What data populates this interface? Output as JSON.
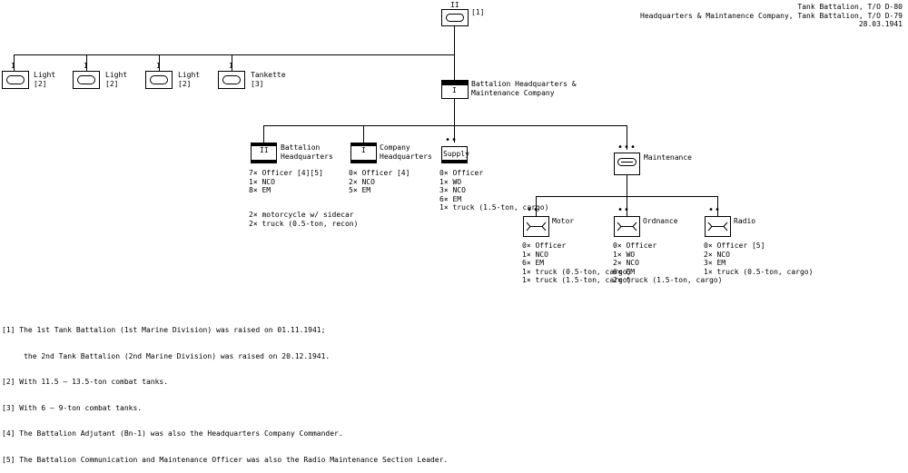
{
  "header": {
    "title": "Tank Battalion, T/O D-80",
    "subtitle": "Headquarters & Maintanence Company, Tank Battalion, T/O D-79",
    "date": "28.03.1941"
  },
  "top": {
    "size": "II",
    "note": "[1]"
  },
  "companies": [
    {
      "label": "Light",
      "note": "[2]"
    },
    {
      "label": "Light",
      "note": "[2]"
    },
    {
      "label": "Light",
      "note": "[2]"
    },
    {
      "label": "Tankette",
      "note": "[3]"
    }
  ],
  "hq_company": {
    "size": "I",
    "label_lines": [
      "Battalion Headquarters &",
      "Maintenance Company"
    ]
  },
  "units": {
    "bn_hq": {
      "size": "II",
      "label_lines": [
        "Battalion",
        "Headquarters"
      ],
      "details": [
        "7× Officer [4][5]",
        "1× NCO",
        "8× EM"
      ],
      "equipment": [
        "2× motorcycle w/ sidecar",
        "2× truck (0.5-ton, recon)"
      ]
    },
    "co_hq": {
      "size": "I",
      "label_lines": [
        "Company",
        "Headquarters"
      ],
      "details": [
        "0× Officer [4]",
        "2× NCO",
        "5× EM"
      ]
    },
    "supply": {
      "size": "••",
      "label": "Supply",
      "details": [
        "0× Officer",
        "1× WO",
        "3× NCO",
        "6× EM",
        "1× truck (1.5-ton, cargo)"
      ]
    },
    "maintenance": {
      "size": "•••",
      "label": "Maintenance"
    },
    "motor": {
      "size": "••",
      "label": "Motor",
      "details": [
        "0× Officer",
        "1× NCO",
        "6× EM",
        "1× truck (0.5-ton, cargo)",
        "1× truck (1.5-ton, cargo)"
      ]
    },
    "ordnance": {
      "size": "••",
      "label": "Ordnance",
      "details": [
        "0× Officer",
        "1× WO",
        "2× NCO",
        "6× EM",
        "2× truck (1.5-ton, cargo)"
      ]
    },
    "radio": {
      "size": "••",
      "label": "Radio",
      "details": [
        "0× Officer [5]",
        "2× NCO",
        "3× EM",
        "1× truck (0.5-ton, cargo)"
      ]
    }
  },
  "footnotes": [
    "[1] The 1st Tank Battalion (1st Marine Division) was raised on 01.11.1941;",
    "     the 2nd Tank Battalion (2nd Marine Division) was raised on 20.12.1941.",
    "[2] With 11.5 – 13.5-ton combat tanks.",
    "[3] With 6 – 9-ton combat tanks.",
    "[4] The Battalion Adjutant (Bn-1) was also the Headquarters Company Commander.",
    "[5] The Battalion Communication and Maintenance Officer was also the Radio Maintenance Section Leader."
  ]
}
